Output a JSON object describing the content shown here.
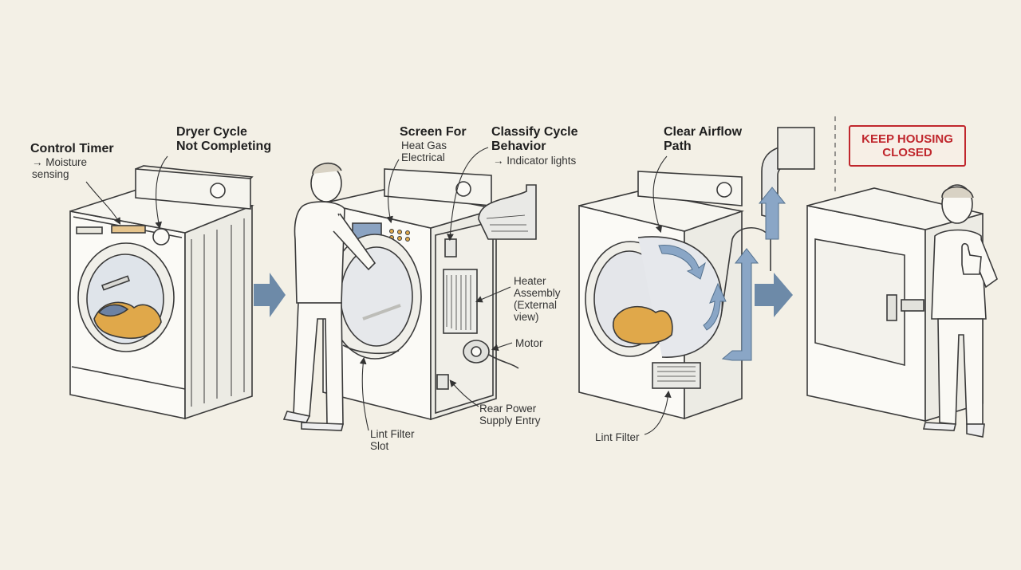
{
  "labels": {
    "control_timer": "Control Timer",
    "moisture_sensing": "→ Moisture\nsensing",
    "cycle_title": "Dryer Cycle\nNot Completing",
    "screen_for": "Screen For",
    "screen_sub": "Heat Gas\nElectrical",
    "classify": "Classify Cycle\nBehavior",
    "indicator": "→ Indicator lights",
    "heater": "Heater\nAssembly\n(External\nview)",
    "motor": "Motor",
    "rear_power": "Rear Power\nSupply Entry",
    "lint_slot": "Lint Filter\nSlot",
    "airflow": "Clear Airflow\nPath",
    "lint_filter": "Lint Filter",
    "keep_housing": "KEEP HOUSING\nCLOSED"
  },
  "colors": {
    "background": "#f3f0e6",
    "arrow": "#6d8aa8",
    "warning": "#c0272d",
    "laundry": "#e0a84a",
    "outline": "#3a3a3a"
  },
  "icons": [
    "flow-arrow-icon",
    "thumbs-up-icon",
    "airflow-arrow-icon"
  ]
}
